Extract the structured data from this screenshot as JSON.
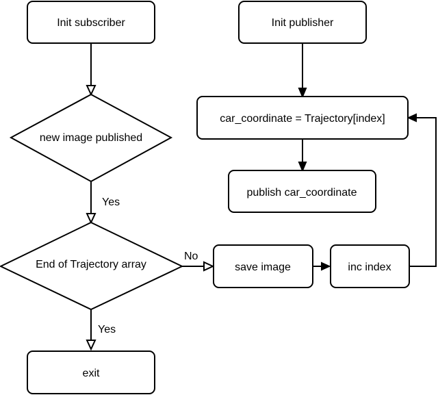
{
  "nodes": {
    "init_subscriber": "Init subscriber",
    "init_publisher": "Init publisher",
    "car_coordinate_assign": "car_coordinate = Trajectory[index]",
    "new_image_published": "new image published",
    "publish_car_coordinate": "publish car_coordinate",
    "end_of_trajectory": "End of Trajectory array",
    "save_image": "save image",
    "inc_index": "inc index",
    "exit": "exit"
  },
  "edge_labels": {
    "new_image_yes": "Yes",
    "end_of_trajectory_no": "No",
    "end_of_trajectory_yes": "Yes"
  }
}
